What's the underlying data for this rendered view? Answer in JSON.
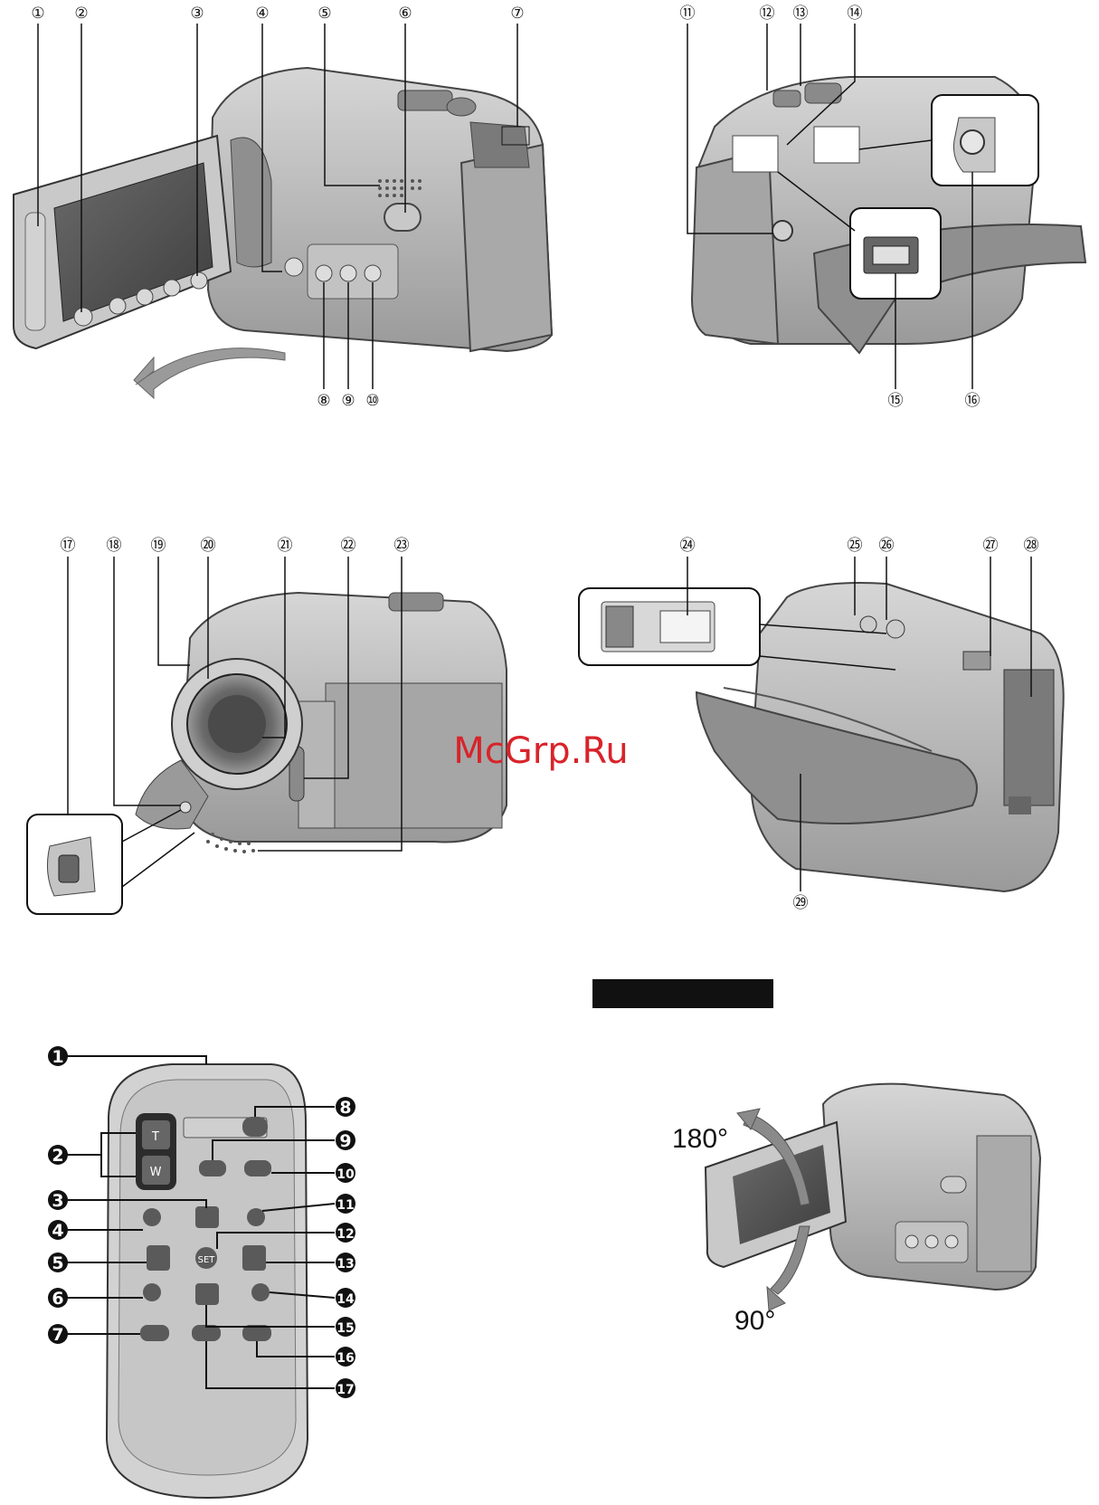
{
  "callouts": {
    "c1": "①",
    "c2": "②",
    "c3": "③",
    "c4": "④",
    "c5": "⑤",
    "c6": "⑥",
    "c7": "⑦",
    "c8": "⑧",
    "c9": "⑨",
    "c10": "⑩",
    "c11": "⑪",
    "c12": "⑫",
    "c13": "⑬",
    "c14": "⑭",
    "c15": "⑮",
    "c16": "⑯",
    "c17": "⑰",
    "c18": "⑱",
    "c19": "⑲",
    "c20": "⑳",
    "c21": "㉑",
    "c22": "㉒",
    "c23": "㉓",
    "c24": "㉔",
    "c25": "㉕",
    "c26": "㉖",
    "c27": "㉗",
    "c28": "㉘",
    "c29": "㉙"
  },
  "remote": {
    "labels": [
      "1",
      "2",
      "3",
      "4",
      "5",
      "6",
      "7",
      "8",
      "9",
      "10",
      "11",
      "12",
      "13",
      "14",
      "15",
      "16",
      "17"
    ],
    "zoom_t": "T",
    "zoom_w": "W",
    "set_label": "SET"
  },
  "rotation": {
    "angle_up": "180°",
    "angle_down": "90°"
  },
  "watermark": "McGrp.Ru",
  "colors": {
    "body_gray": "#b9b9b9",
    "dark_gray": "#6d6d6d",
    "screen_gray": "#5a5a5a",
    "watermark_red": "#d8232a"
  }
}
